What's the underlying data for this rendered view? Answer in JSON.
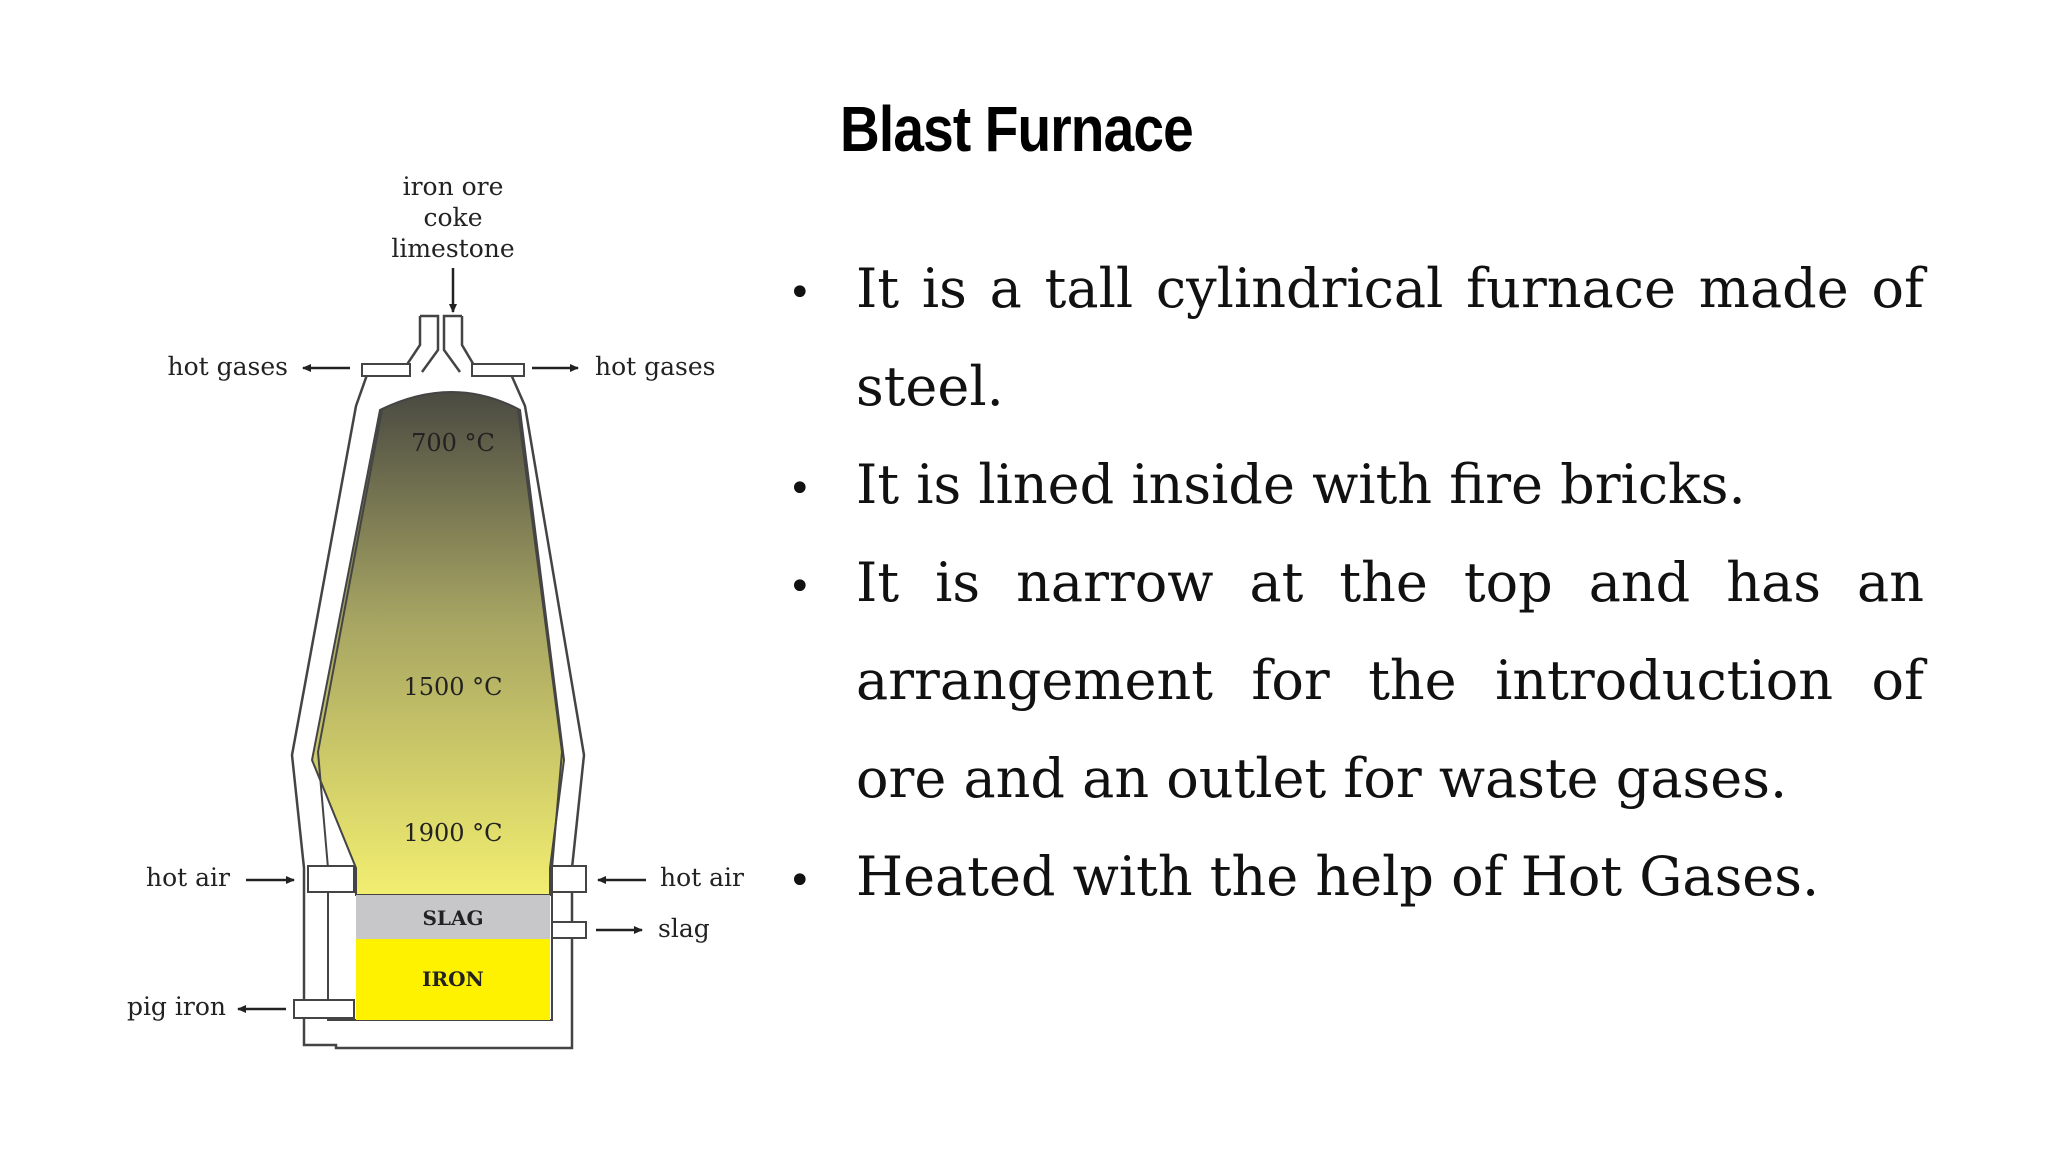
{
  "title": "Blast Furnace",
  "diagram": {
    "inputs": [
      "iron ore",
      "coke",
      "limestone"
    ],
    "hot_gases_left": "hot gases",
    "hot_gases_right": "hot gases",
    "temp_top": "700 °C",
    "temp_mid": "1500 °C",
    "temp_low": "1900 °C",
    "hot_air_left": "hot air",
    "hot_air_right": "hot air",
    "slag_outlet": "slag",
    "pig_iron_outlet": "pig iron",
    "slag_layer": "SLAG",
    "iron_layer": "IRON",
    "colors": {
      "gradient_top": "#4a4a42",
      "gradient_mid": "#b8b66a",
      "gradient_bottom": "#f2ee70",
      "slag": "#c7c7c9",
      "iron": "#fff200"
    }
  },
  "bullets": [
    "It is a tall cylindrical furnace made of steel.",
    "It is lined inside with fire bricks.",
    "It is narrow at the top and has an arrangement for the introduction of ore and an outlet for waste gases.",
    "Heated with the help of Hot Gases."
  ],
  "bullet_marker": "•"
}
